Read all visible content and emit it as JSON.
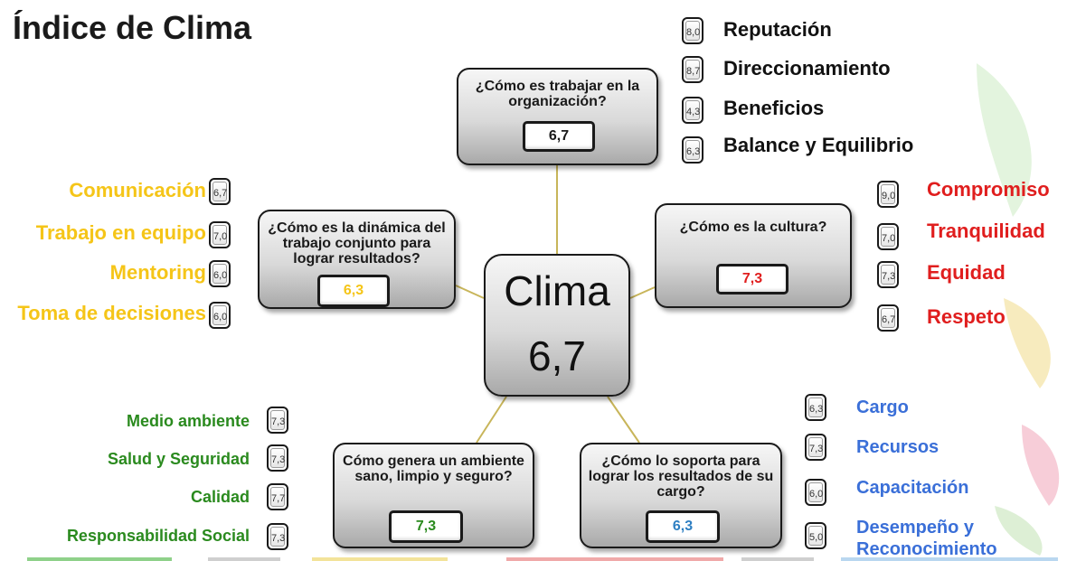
{
  "title": "Índice de Clima",
  "center": {
    "label": "Clima",
    "value": "6,7"
  },
  "colors": {
    "yellow": "#f5c518",
    "red": "#e01e1e",
    "green": "#2a8a1e",
    "blue": "#3a6fd8",
    "dark": "#1a1a1a",
    "value_blue": "#2e7fc2",
    "line": "#c8b55a"
  },
  "nodes": {
    "top": {
      "question": "¿Cómo es trabajar en la organización?",
      "value": "6,7"
    },
    "left": {
      "question": "¿Cómo es la dinámica del trabajo conjunto para lograr resultados?",
      "value": "6,3"
    },
    "right": {
      "question": "¿Cómo es la cultura?",
      "value": "7,3"
    },
    "bottom_left": {
      "question": "Cómo genera un ambiente sano, limpio y seguro?",
      "value": "7,3"
    },
    "bottom_right": {
      "question": "¿Cómo lo soporta para lograr los resultados de su cargo?",
      "value": "6,3"
    }
  },
  "lists": {
    "top": [
      {
        "value": "8,0",
        "label": "Reputación"
      },
      {
        "value": "8,7",
        "label": "Direccionamiento"
      },
      {
        "value": "4,3",
        "label": "Beneficios"
      },
      {
        "value": "6,3",
        "label": "Balance y Equilibrio"
      }
    ],
    "left": [
      {
        "value": "6,7",
        "label": "Comunicación"
      },
      {
        "value": "7,0",
        "label": "Trabajo en equipo"
      },
      {
        "value": "6,0",
        "label": "Mentoring"
      },
      {
        "value": "6,0",
        "label": "Toma de decisiones"
      }
    ],
    "right": [
      {
        "value": "9,0",
        "label": "Compromiso"
      },
      {
        "value": "7,0",
        "label": "Tranquilidad"
      },
      {
        "value": "7,3",
        "label": "Equidad"
      },
      {
        "value": "6,7",
        "label": "Respeto"
      }
    ],
    "bottom_left": [
      {
        "value": "7,3",
        "label": "Medio ambiente"
      },
      {
        "value": "7,3",
        "label": "Salud y Seguridad"
      },
      {
        "value": "7,7",
        "label": "Calidad"
      },
      {
        "value": "7,3",
        "label": "Responsabilidad Social"
      }
    ],
    "bottom_right": [
      {
        "value": "6,3",
        "label": "Cargo"
      },
      {
        "value": "7,3",
        "label": "Recursos"
      },
      {
        "value": "6,0",
        "label": "Capacitación"
      },
      {
        "value": "5,0",
        "label": "Desempeño y Reconocimiento"
      }
    ]
  }
}
